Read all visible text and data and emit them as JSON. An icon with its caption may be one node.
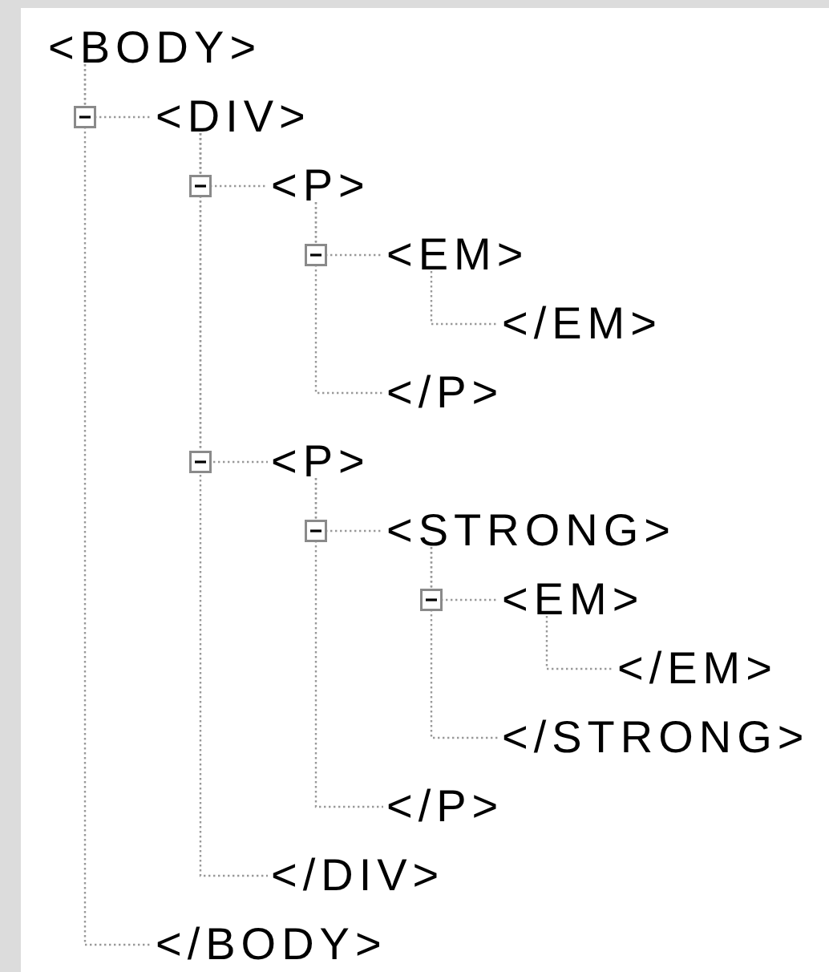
{
  "diagram": {
    "nodes": [
      {
        "text": [
          "<BODY>"
        ]
      },
      {
        "text": [
          "<DIV>"
        ]
      },
      {
        "text": [
          "<P>"
        ]
      },
      {
        "text": [
          "<EM>"
        ]
      },
      {
        "text": [
          "</EM>"
        ]
      },
      {
        "text": [
          "</P>"
        ]
      },
      {
        "text": [
          "<P>"
        ]
      },
      {
        "text": [
          "<STRONG>"
        ]
      },
      {
        "text": [
          "<EM>"
        ]
      },
      {
        "text": [
          "</EM>"
        ]
      },
      {
        "text": [
          "</STRONG>"
        ]
      },
      {
        "text": [
          "</P>"
        ]
      },
      {
        "text": [
          "</DIV>"
        ]
      },
      {
        "text": [
          "</BODY>"
        ]
      }
    ],
    "edges": [
      {
        "from": 0,
        "to": 1,
        "arrow": "none",
        "style": "dashed"
      },
      {
        "from": 1,
        "to": 2,
        "arrow": "none",
        "style": "dashed"
      },
      {
        "from": 2,
        "to": 3,
        "arrow": "none",
        "style": "dashed"
      },
      {
        "from": 3,
        "to": 4,
        "arrow": "none",
        "style": "dashed"
      },
      {
        "from": 2,
        "to": 5,
        "arrow": "none",
        "style": "dashed"
      },
      {
        "from": 1,
        "to": 6,
        "arrow": "none",
        "style": "dashed"
      },
      {
        "from": 6,
        "to": 7,
        "arrow": "none",
        "style": "dashed"
      },
      {
        "from": 7,
        "to": 8,
        "arrow": "none",
        "style": "dashed"
      },
      {
        "from": 8,
        "to": 9,
        "arrow": "none",
        "style": "dashed"
      },
      {
        "from": 7,
        "to": 10,
        "arrow": "none",
        "style": "dashed"
      },
      {
        "from": 6,
        "to": 11,
        "arrow": "none",
        "style": "dashed"
      },
      {
        "from": 1,
        "to": 12,
        "arrow": "none",
        "style": "dashed"
      },
      {
        "from": 0,
        "to": 13,
        "arrow": "none",
        "style": "dashed"
      }
    ]
  }
}
